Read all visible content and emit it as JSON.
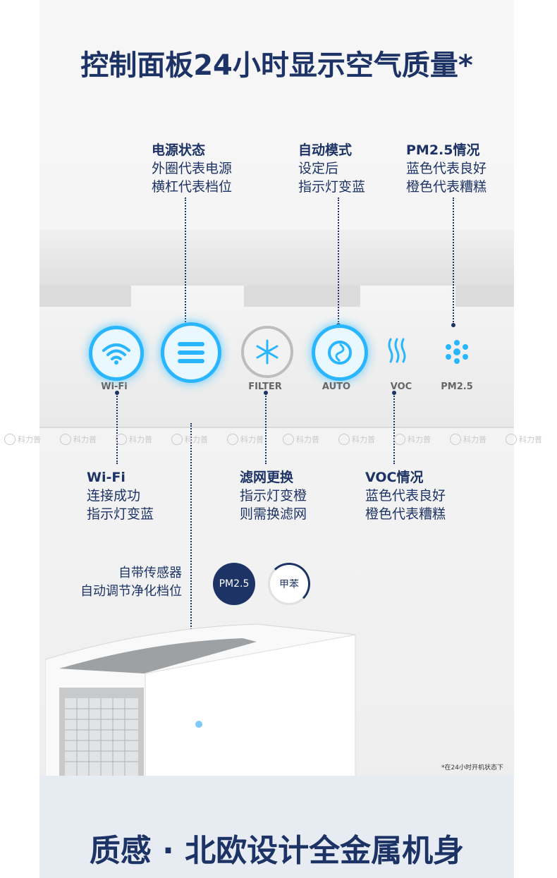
{
  "title": "控制面板24小时显示空气质量*",
  "top_annotations": [
    {
      "heading": "电源状态",
      "line1": "外圈代表电源",
      "line2": "横杠代表档位"
    },
    {
      "heading": "自动模式",
      "line1": "设定后",
      "line2": "指示灯变蓝"
    },
    {
      "heading": "PM2.5情况",
      "line1": "蓝色代表良好",
      "line2": "橙色代表糟糕"
    }
  ],
  "panel_labels": [
    "Wi-Fi",
    "FILTER",
    "AUTO",
    "VOC",
    "PM2.5"
  ],
  "bottom_annotations": [
    {
      "heading": "Wi-Fi",
      "line1": "连接成功",
      "line2": "指示灯变蓝"
    },
    {
      "heading": "滤网更换",
      "line1": "指示灯变橙",
      "line2": "则需换滤网"
    },
    {
      "heading": "VOC情况",
      "line1": "蓝色代表良好",
      "line2": "橙色代表糟糕"
    }
  ],
  "watermark": "科力普",
  "sensor": {
    "line1": "自带传感器",
    "line2": "自动调节净化档位"
  },
  "badges": [
    "PM2.5",
    "甲苯"
  ],
  "footnote": "*在24小时开机状态下",
  "bottom_title": "质感 · 北欧设计全金属机身",
  "colors": {
    "navy": "#1d3366",
    "led_blue": "#29b6ff"
  },
  "icons": [
    "wifi-icon",
    "menu-bars-icon",
    "snowflake-filter-icon",
    "swirl-auto-icon",
    "wave-voc-icon",
    "dots-pm25-icon"
  ]
}
